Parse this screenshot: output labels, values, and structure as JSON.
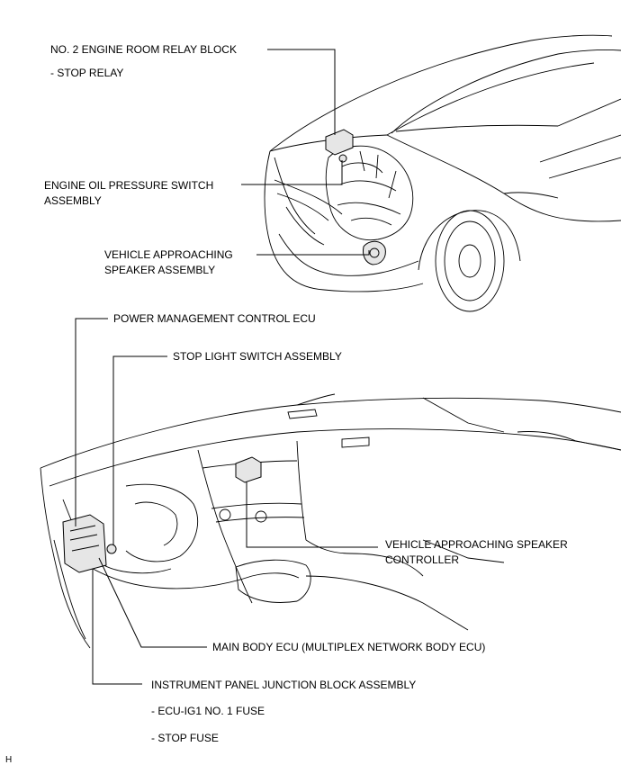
{
  "labels": {
    "relay_block": "NO. 2 ENGINE ROOM RELAY BLOCK",
    "stop_relay": "- STOP RELAY",
    "oil_switch_line1": "ENGINE OIL PRESSURE SWITCH",
    "oil_switch_line2": "ASSEMBLY",
    "speaker_line1": "VEHICLE APPROACHING",
    "speaker_line2": "SPEAKER ASSEMBLY",
    "power_ecu": "POWER MANAGEMENT CONTROL ECU",
    "stop_light_switch": "STOP LIGHT SWITCH ASSEMBLY",
    "speaker_controller_line1": "VEHICLE APPROACHING SPEAKER",
    "speaker_controller_line2": "CONTROLLER",
    "main_body_ecu": "MAIN BODY ECU (MULTIPLEX NETWORK BODY ECU)",
    "junction_block": "INSTRUMENT PANEL JUNCTION BLOCK ASSEMBLY",
    "ecu_ig1_fuse": "- ECU-IG1 NO. 1 FUSE",
    "stop_fuse": "- STOP FUSE",
    "corner_mark": "H"
  }
}
